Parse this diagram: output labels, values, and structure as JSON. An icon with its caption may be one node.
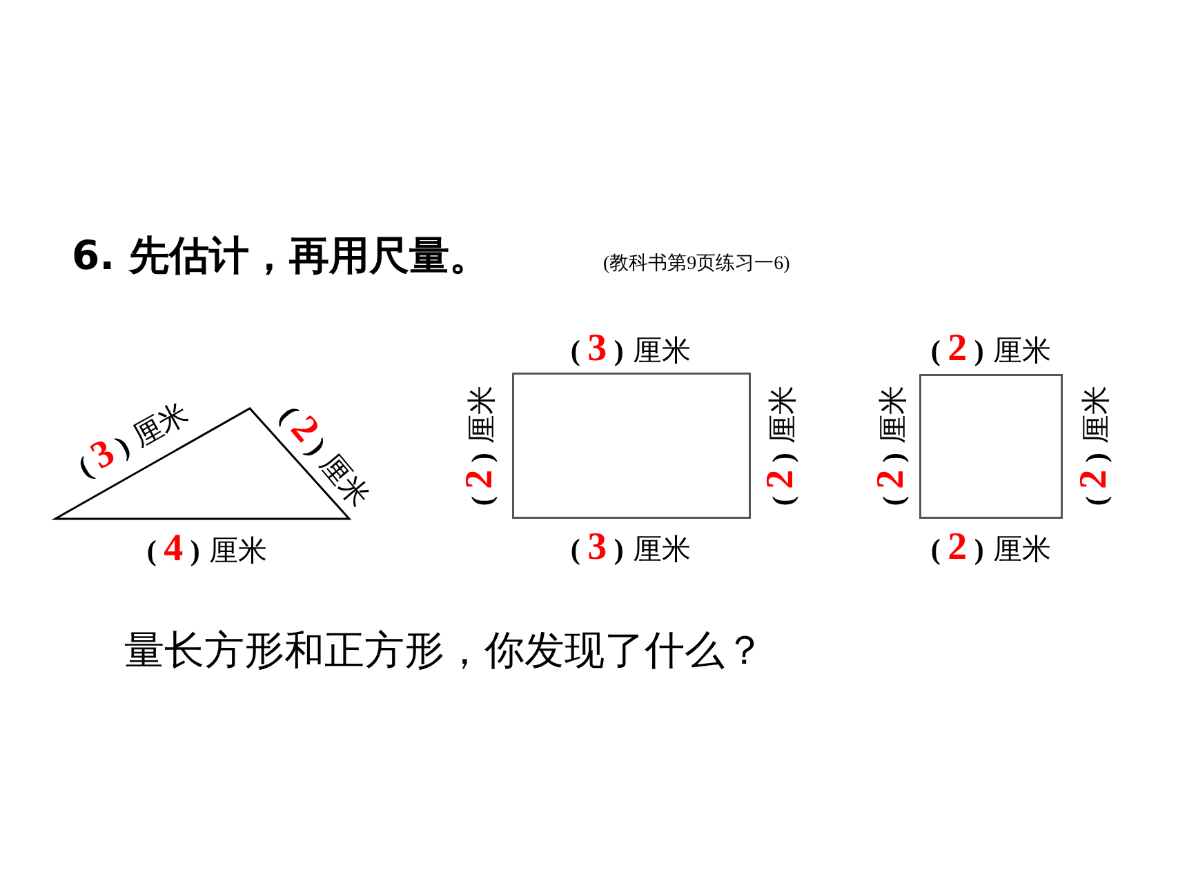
{
  "diagram": {
    "title": "6. 先估计，再用尺量。",
    "nodes": [
      {
        "text": [],
        "shape": "triangle",
        "beside": [
          "(3) 厘米",
          "(2) 厘米",
          "(4) 厘米"
        ]
      },
      {
        "text": [],
        "shape": "box",
        "beside": [
          "(3) 厘米",
          "(2) 厘米",
          "(2) 厘米",
          "(3) 厘米"
        ]
      },
      {
        "text": [],
        "shape": "box",
        "beside": [
          "(2) 厘米",
          "(2) 厘米",
          "(2) 厘米",
          "(2) 厘米"
        ]
      }
    ],
    "edges": [],
    "labels": [
      "(教科书第9页练习一6)",
      "量长方形和正方形，你发现了什么？"
    ]
  }
}
